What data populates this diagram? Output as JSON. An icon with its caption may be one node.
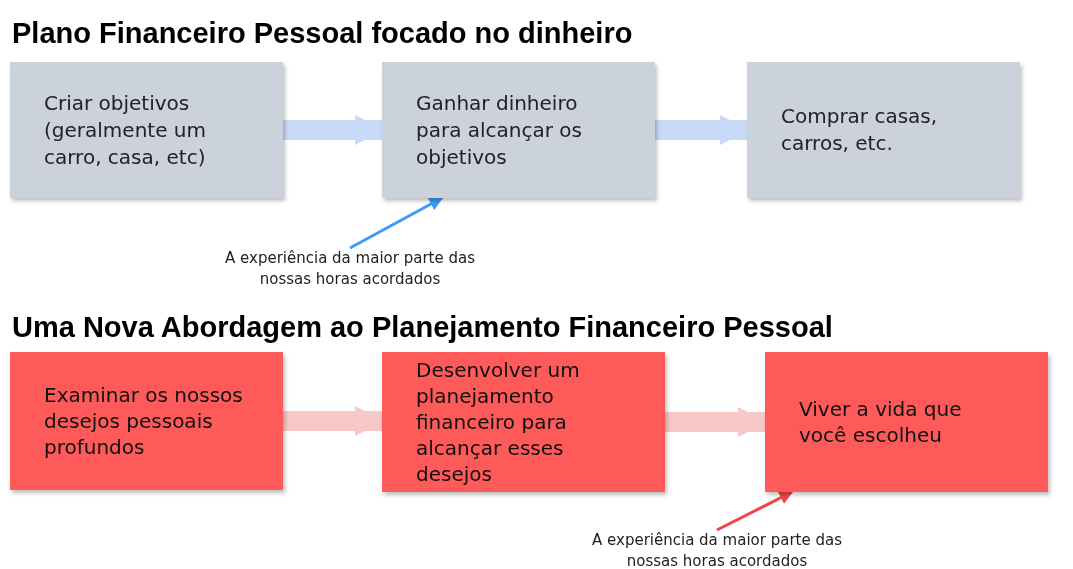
{
  "diagram": {
    "title": "Plano Financeiro Pessoal focado no dinheiro",
    "nodes": [
      {
        "text": [
          "Criar objetivos (geralmente um carro, casa, etc)"
        ]
      },
      {
        "text": [
          "Ganhar dinheiro para alcançar os objetivos"
        ]
      },
      {
        "text": [
          "Comprar casas, carros, etc."
        ]
      },
      {
        "text": [
          "A experiência da maior parte das nossas horas acordados"
        ]
      },
      {
        "text": [
          "Examinar os nossos desejos pessoais profundos"
        ]
      },
      {
        "text": [
          "Desenvolver um planejamento financeiro para alcançar esses desejos"
        ]
      },
      {
        "text": [
          "Viver a vida que você escolheu"
        ]
      },
      {
        "text": [
          "A experiência da maior parte das nossas horas acordados"
        ]
      }
    ],
    "edges": [
      {
        "from": 0,
        "to": 1,
        "arrow": "to",
        "color": "#c9daf8"
      },
      {
        "from": 1,
        "to": 2,
        "arrow": "to",
        "color": "#c9daf8"
      },
      {
        "from": 3,
        "to": 1,
        "arrow": "to",
        "color": "#3d9bf5"
      },
      {
        "from": 4,
        "to": 5,
        "arrow": "to",
        "color": "#f8c8c8"
      },
      {
        "from": 5,
        "to": 6,
        "arrow": "to",
        "color": "#f8c8c8"
      },
      {
        "from": 7,
        "to": 6,
        "arrow": "to",
        "color": "#f04545"
      }
    ],
    "labels": [
      "Uma Nova Abordagem ao Planejamento Financeiro Pessoal"
    ]
  }
}
